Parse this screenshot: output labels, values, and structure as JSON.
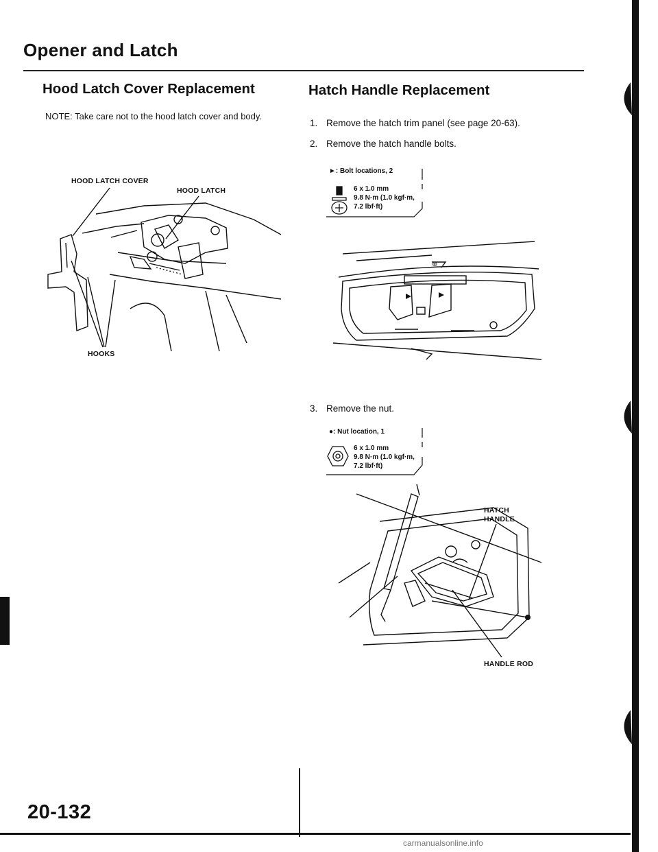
{
  "page": {
    "title": "Opener and Latch",
    "page_number": "20-132",
    "watermark": "carmanualsonline.info"
  },
  "left": {
    "heading": "Hood Latch Cover Replacement",
    "note": "NOTE:  Take care not to the hood latch cover and body.",
    "labels": {
      "hood_latch_cover": "HOOD LATCH COVER",
      "hood_latch": "HOOD LATCH",
      "hooks": "HOOKS"
    }
  },
  "right": {
    "heading": "Hatch Handle Replacement",
    "steps": [
      {
        "num": "1.",
        "text": "Remove the hatch trim panel (see page 20-63)."
      },
      {
        "num": "2.",
        "text": "Remove the hatch handle bolts."
      },
      {
        "num": "3.",
        "text": "Remove the nut."
      }
    ],
    "bolt_spec": {
      "title": "►: Bolt locations, 2",
      "size": "6 x 1.0 mm",
      "torque1": "9.8 N·m (1.0 kgf·m,",
      "torque2": "7.2 lbf·ft)"
    },
    "nut_spec": {
      "title": "●: Nut location, 1",
      "size": "6 x 1.0 mm",
      "torque1": "9.8 N·m (1.0 kgf·m,",
      "torque2": "7.2 lbf·ft)"
    },
    "labels": {
      "hatch_handle_1": "HATCH",
      "hatch_handle_2": "HANDLE",
      "handle_rod": "HANDLE ROD"
    }
  }
}
